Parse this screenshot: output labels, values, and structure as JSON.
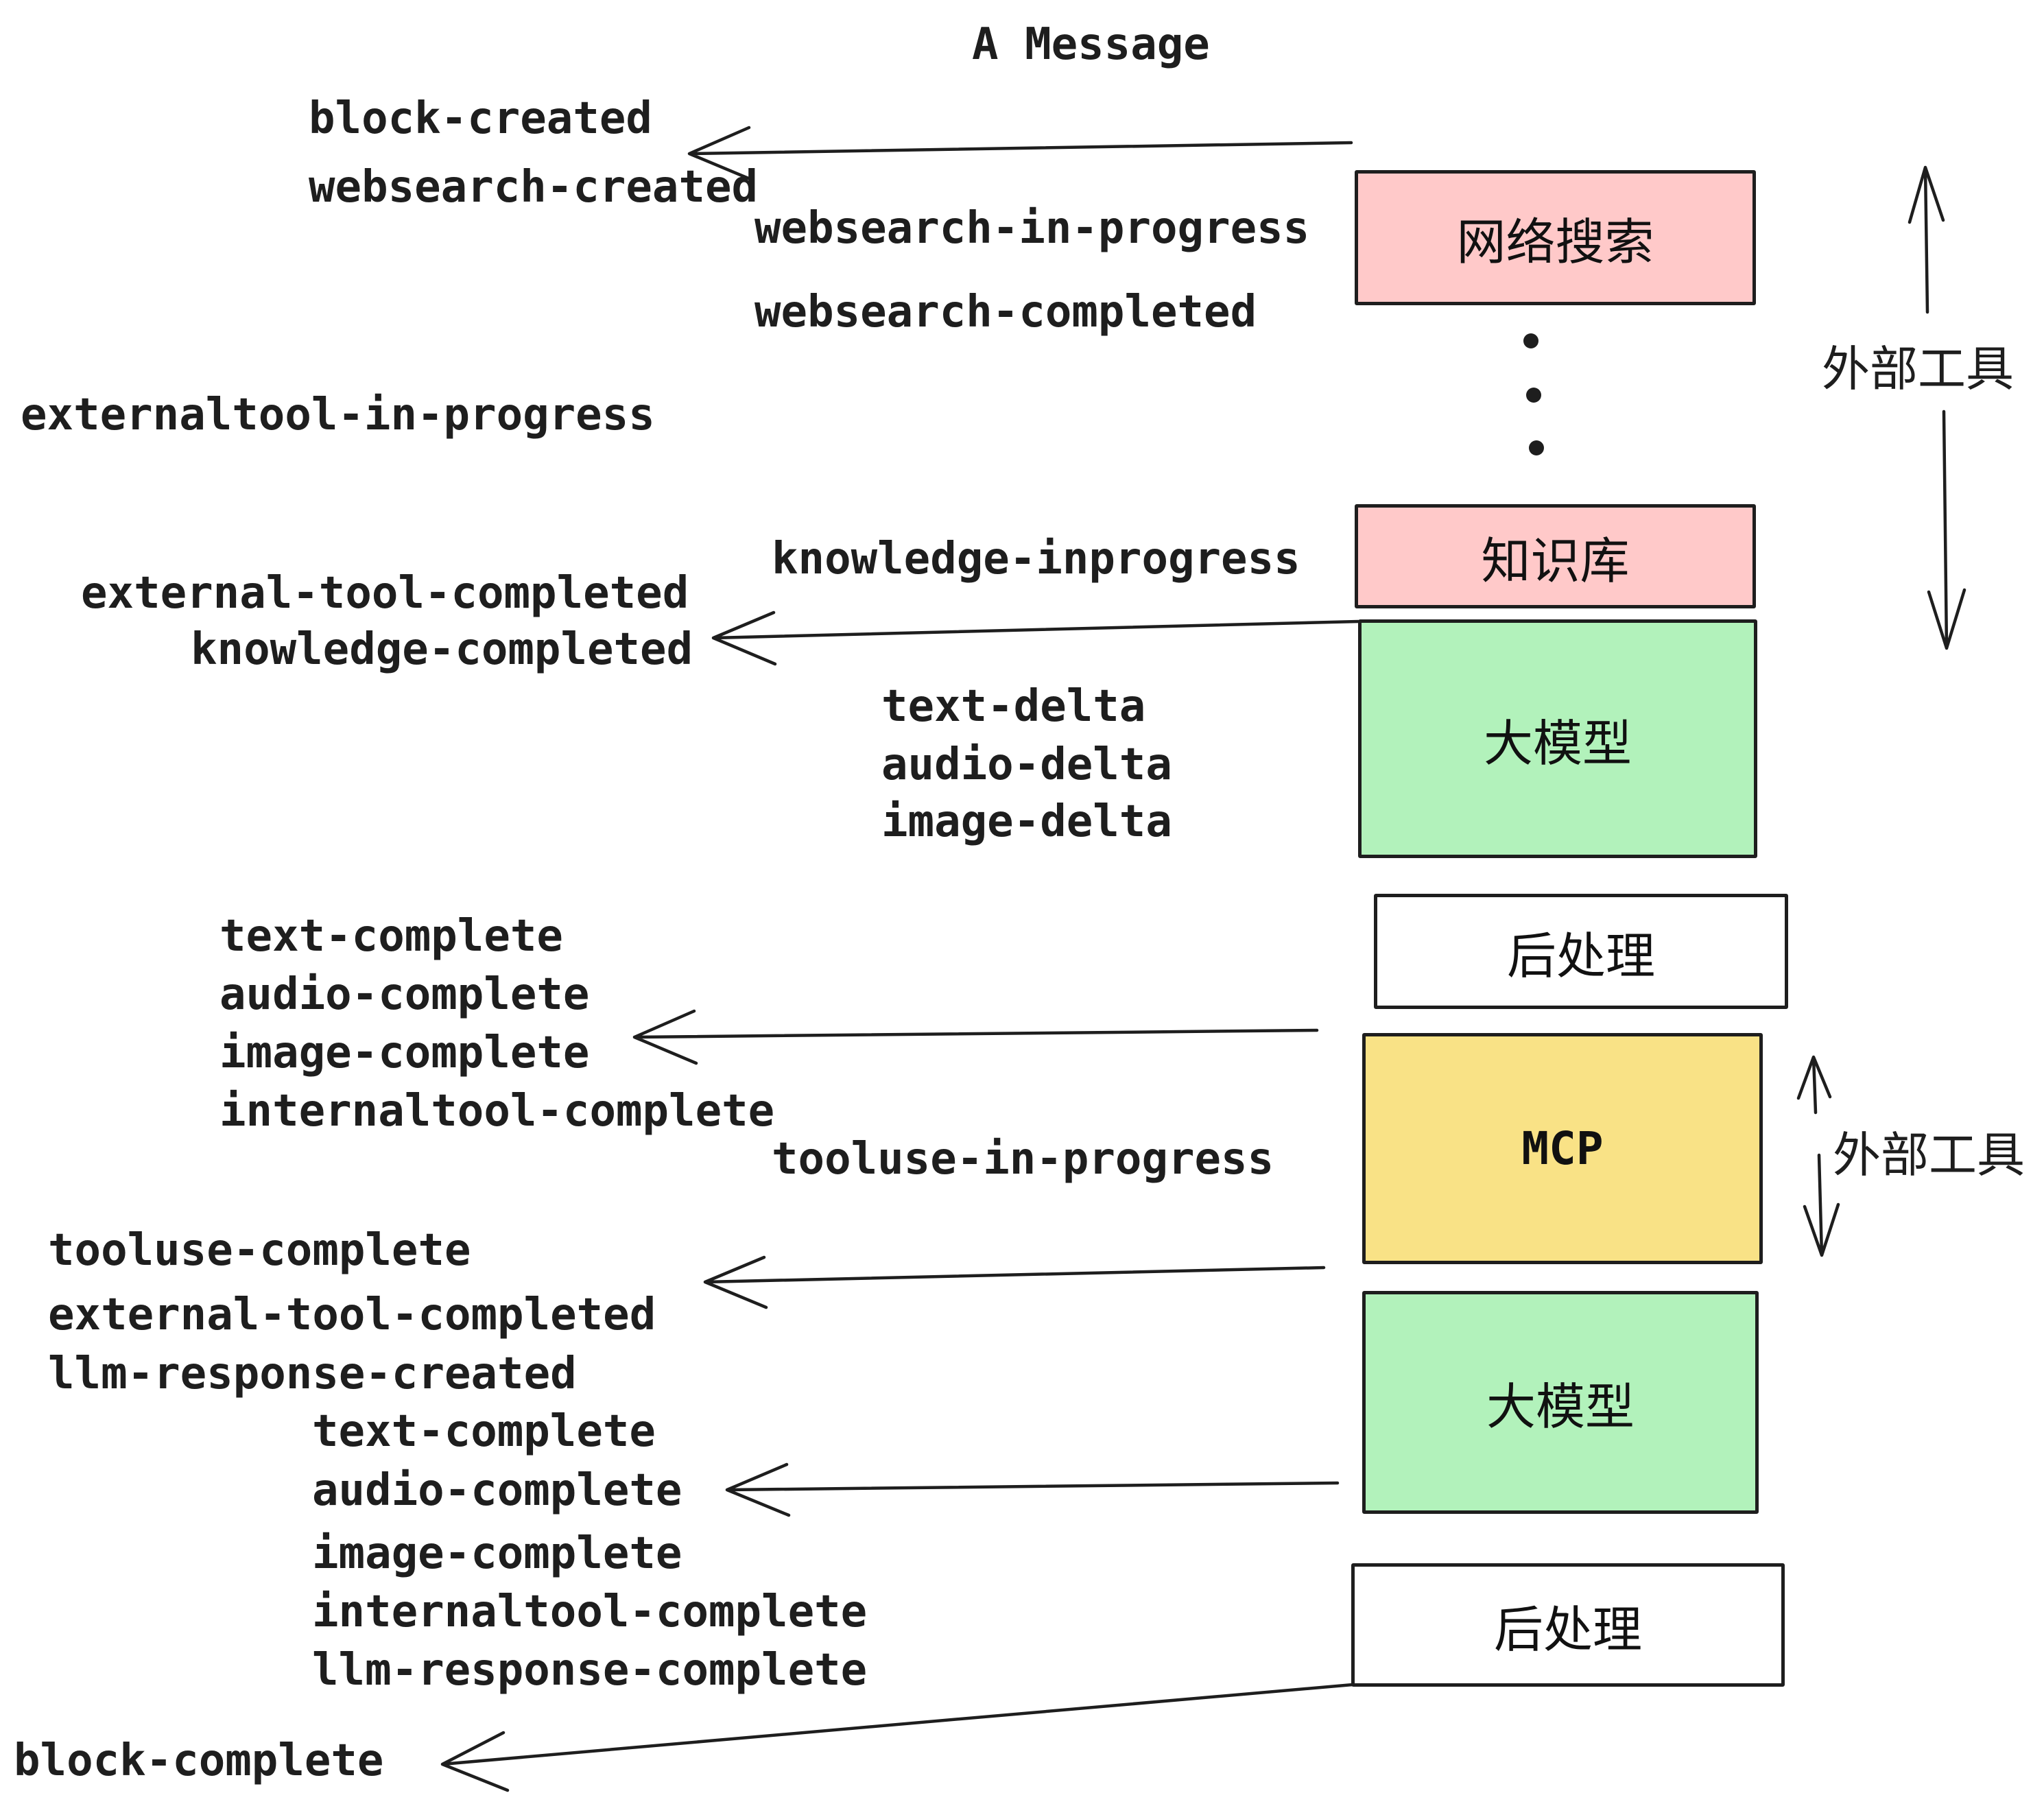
{
  "title": "A Message",
  "colors": {
    "pink": "#ffc9c9",
    "green": "#b2f2bb",
    "yellow": "#f9e286",
    "white": "#ffffff",
    "ink": "#1e1e1e"
  },
  "boxes": [
    {
      "label": "网络搜索",
      "color": "pink"
    },
    {
      "label": "知识库",
      "color": "pink"
    },
    {
      "label": "大模型",
      "color": "green"
    },
    {
      "label": "后处理",
      "color": "white"
    },
    {
      "label": "MCP",
      "color": "yellow"
    },
    {
      "label": "大模型",
      "color": "green"
    },
    {
      "label": "后处理",
      "color": "white"
    }
  ],
  "side_labels": [
    {
      "text": "外部工具"
    },
    {
      "text": "外部工具"
    }
  ],
  "events": [
    {
      "text": "block-created"
    },
    {
      "text": "websearch-created"
    },
    {
      "text": "websearch-in-progress"
    },
    {
      "text": "websearch-completed"
    },
    {
      "text": "externaltool-in-progress"
    },
    {
      "text": "knowledge-inprogress"
    },
    {
      "text": "external-tool-completed"
    },
    {
      "text": "knowledge-completed"
    },
    {
      "text": "text-delta"
    },
    {
      "text": "audio-delta"
    },
    {
      "text": "image-delta"
    },
    {
      "text": "text-complete"
    },
    {
      "text": "audio-complete"
    },
    {
      "text": "image-complete"
    },
    {
      "text": "internaltool-complete"
    },
    {
      "text": "tooluse-in-progress"
    },
    {
      "text": "tooluse-complete"
    },
    {
      "text": "external-tool-completed"
    },
    {
      "text": "llm-response-created"
    },
    {
      "text": "text-complete"
    },
    {
      "text": "audio-complete"
    },
    {
      "text": "image-complete"
    },
    {
      "text": "internaltool-complete"
    },
    {
      "text": "llm-response-complete"
    },
    {
      "text": "block-complete"
    }
  ]
}
